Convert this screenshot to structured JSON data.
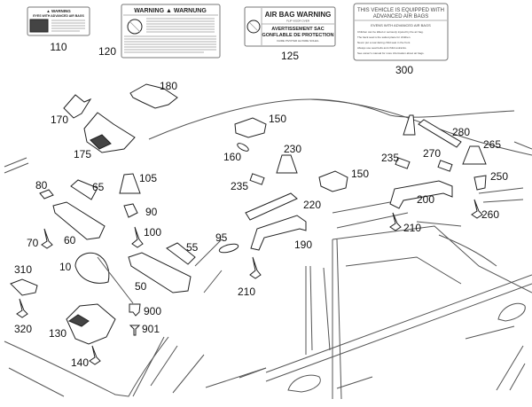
{
  "diagram": {
    "title": "Interior roof trim parts exploded view",
    "labels": {
      "l110": {
        "callout": "110",
        "header": "▲ WARNING",
        "subheader": "EYES WITH ADVANCED AIR BAGS"
      },
      "l120": {
        "callout": "120",
        "header": "WARNING ▲ WARNUNG"
      },
      "l125": {
        "callout": "125",
        "line1": "AIR BAG WARNING",
        "line2": "FLIP VISOR OVER",
        "line3": "AVERTISSEMENT SAC",
        "line4": "GONFLABLE DE PROTECTION",
        "line5": "FAIRE PIVOTER LE PARE SOLEIL"
      },
      "l300": {
        "callout": "300",
        "line1": "THIS VEHICLE IS EQUIPPED WITH",
        "line2": "ADVANCED AIR BAGS",
        "line3": "EVENS WITH ADVANCED AIR BAGS",
        "bullets": [
          "Children can be killed or seriously injured by the air bag.",
          "The back seat is the safest place for children.",
          "Never put a rear-facing child seat in the front.",
          "Always use seat belts and child restraints.",
          "See owner's manual for more information about air bags."
        ]
      }
    },
    "callouts": [
      {
        "id": "180",
        "text": "180"
      },
      {
        "id": "170",
        "text": "170"
      },
      {
        "id": "175",
        "text": "175"
      },
      {
        "id": "150a",
        "text": "150"
      },
      {
        "id": "160",
        "text": "160"
      },
      {
        "id": "230",
        "text": "230"
      },
      {
        "id": "235a",
        "text": "235"
      },
      {
        "id": "150b",
        "text": "150"
      },
      {
        "id": "220",
        "text": "220"
      },
      {
        "id": "190",
        "text": "190"
      },
      {
        "id": "95",
        "text": "95"
      },
      {
        "id": "210a",
        "text": "210"
      },
      {
        "id": "280",
        "text": "280"
      },
      {
        "id": "265",
        "text": "265"
      },
      {
        "id": "235b",
        "text": "235"
      },
      {
        "id": "270",
        "text": "270"
      },
      {
        "id": "250",
        "text": "250"
      },
      {
        "id": "200",
        "text": "200"
      },
      {
        "id": "260",
        "text": "260"
      },
      {
        "id": "210b",
        "text": "210"
      },
      {
        "id": "80",
        "text": "80"
      },
      {
        "id": "65",
        "text": "65"
      },
      {
        "id": "105",
        "text": "105"
      },
      {
        "id": "90",
        "text": "90"
      },
      {
        "id": "100",
        "text": "100"
      },
      {
        "id": "70",
        "text": "70"
      },
      {
        "id": "60",
        "text": "60"
      },
      {
        "id": "55",
        "text": "55"
      },
      {
        "id": "10",
        "text": "10"
      },
      {
        "id": "50",
        "text": "50"
      },
      {
        "id": "310",
        "text": "310"
      },
      {
        "id": "320",
        "text": "320"
      },
      {
        "id": "900",
        "text": "900"
      },
      {
        "id": "901",
        "text": "901"
      },
      {
        "id": "130",
        "text": "130"
      },
      {
        "id": "140",
        "text": "140"
      }
    ]
  }
}
